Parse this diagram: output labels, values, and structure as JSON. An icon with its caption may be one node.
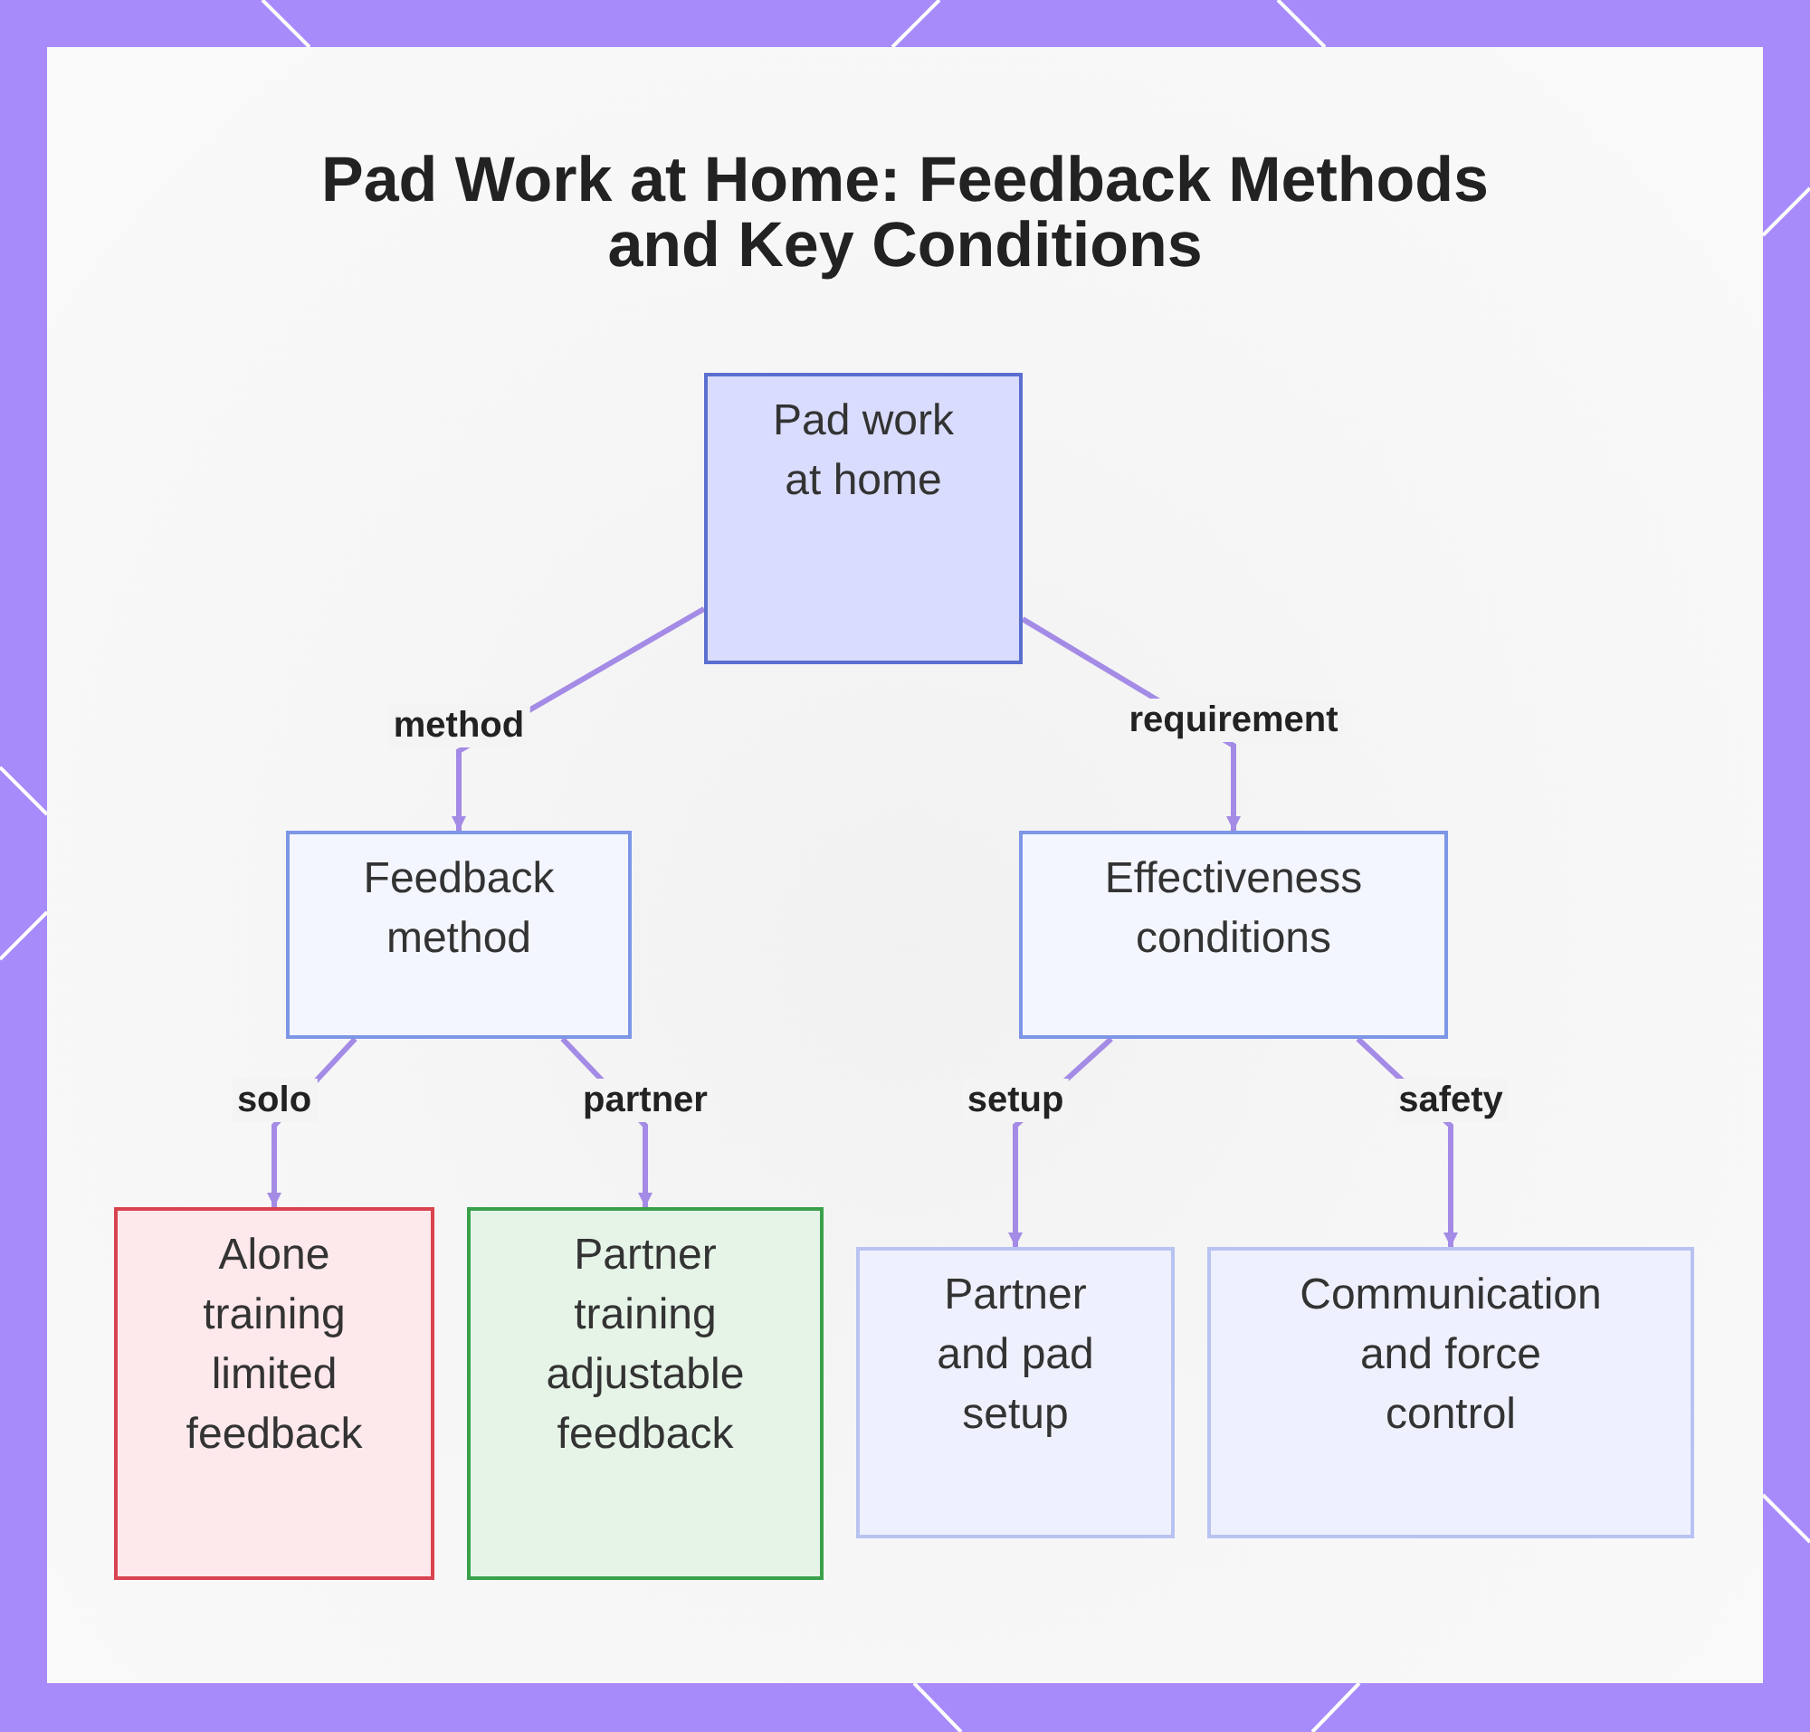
{
  "diagram": {
    "title": "Pad Work at Home: Feedback Methods and Key Conditions",
    "nodes": [
      {
        "text": [
          "Pad work at home"
        ]
      },
      {
        "text": [
          "Feedback method"
        ]
      },
      {
        "text": [
          "Effectiveness conditions"
        ]
      },
      {
        "text": [
          "Alone training limited feedback"
        ]
      },
      {
        "text": [
          "Partner training adjustable feedback"
        ]
      },
      {
        "text": [
          "Partner and pad setup"
        ]
      },
      {
        "text": [
          "Communication and force control"
        ]
      }
    ],
    "edges": [
      {
        "from": 0,
        "to": 1,
        "arrow": "to",
        "label": "method"
      },
      {
        "from": 0,
        "to": 2,
        "arrow": "to",
        "label": "requirement"
      },
      {
        "from": 1,
        "to": 3,
        "arrow": "to",
        "label": "solo"
      },
      {
        "from": 1,
        "to": 4,
        "arrow": "to",
        "label": "partner"
      },
      {
        "from": 2,
        "to": 5,
        "arrow": "to",
        "label": "setup"
      },
      {
        "from": 2,
        "to": 6,
        "arrow": "to",
        "label": "safety"
      }
    ]
  }
}
